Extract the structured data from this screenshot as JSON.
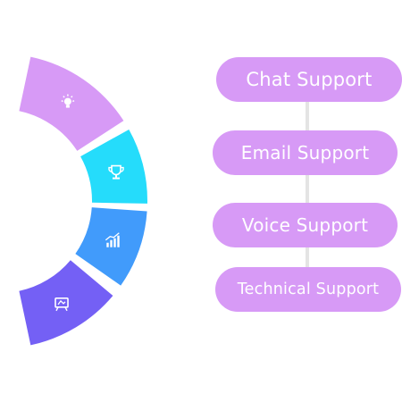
{
  "segments": [
    {
      "name": "segment-lightbulb",
      "color": "#d79af6",
      "icon": "lightbulb-icon"
    },
    {
      "name": "segment-trophy",
      "color": "#25dcfb",
      "icon": "trophy-icon"
    },
    {
      "name": "segment-growth-chart",
      "color": "#419bfb",
      "icon": "bar-chart-growth-icon"
    },
    {
      "name": "segment-presentation",
      "color": "#7460f5",
      "icon": "presentation-icon"
    }
  ],
  "steps": [
    {
      "label": "Chat Support",
      "color": "#d79af6"
    },
    {
      "label": "Email Support",
      "color": "#d79af6"
    },
    {
      "label": "Voice Support",
      "color": "#d79af6"
    },
    {
      "label": "Technical Support",
      "color": "#d79af6"
    }
  ],
  "connector_color": "#e4e4e4"
}
